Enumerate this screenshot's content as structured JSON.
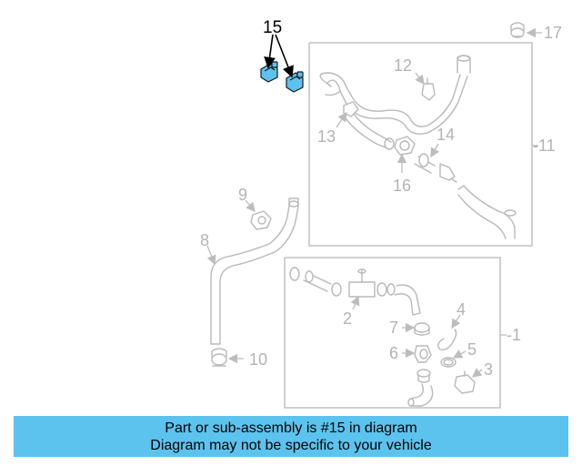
{
  "callouts": {
    "c1": "-1",
    "c2": "2",
    "c3": "3",
    "c4": "4",
    "c5": "5",
    "c6": "6",
    "c7": "7",
    "c8": "8",
    "c9": "9",
    "c10": "10",
    "c11": "-11",
    "c12": "12",
    "c13": "13",
    "c14": "14",
    "c15": "15",
    "c16": "16",
    "c17": "17"
  },
  "highlighted_part": "15",
  "colors": {
    "highlight": "#5bc3ee",
    "line_art": "#b9b9b9",
    "text_dark": "#000000"
  },
  "banner": {
    "line1": "Part or sub-assembly is #15 in diagram",
    "line2": "Diagram may not be specific to your vehicle"
  }
}
